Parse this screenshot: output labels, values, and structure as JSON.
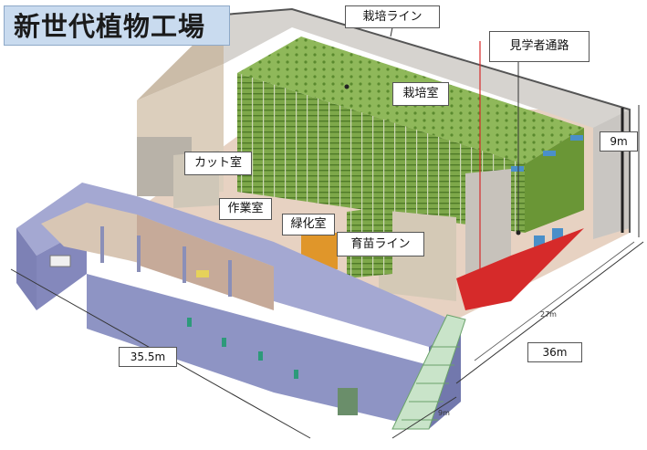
{
  "title": "新世代植物工場",
  "labels": {
    "cultivation_line": "栽培ライン",
    "visitor_passage": "見学者通路",
    "cultivation_room": "栽培室",
    "cut_room": "カット室",
    "work_room": "作業室",
    "greening_room": "緑化室",
    "seedling_line": "育苗ライン"
  },
  "dimensions": {
    "height": "9m",
    "length": "35.5m",
    "width_outer": "36m",
    "width_inner": "27m",
    "depth_small": "9m"
  },
  "colors": {
    "title_bg": "#c9dbef",
    "rack_green": "#6f9a3c",
    "accent_blue": "#4a8fc9",
    "red_zone": "#d62a2a",
    "building_blue": "#8e94c4",
    "wall_beige": "#dcd4c6"
  }
}
